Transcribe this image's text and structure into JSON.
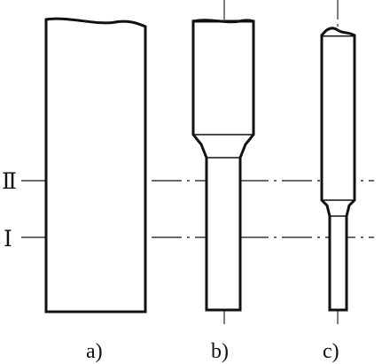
{
  "diagram": {
    "section_labels": {
      "upper": "Ⅱ",
      "lower": "Ⅰ"
    },
    "panel_labels": {
      "a": "a)",
      "b": "b)",
      "c": "c)"
    }
  }
}
